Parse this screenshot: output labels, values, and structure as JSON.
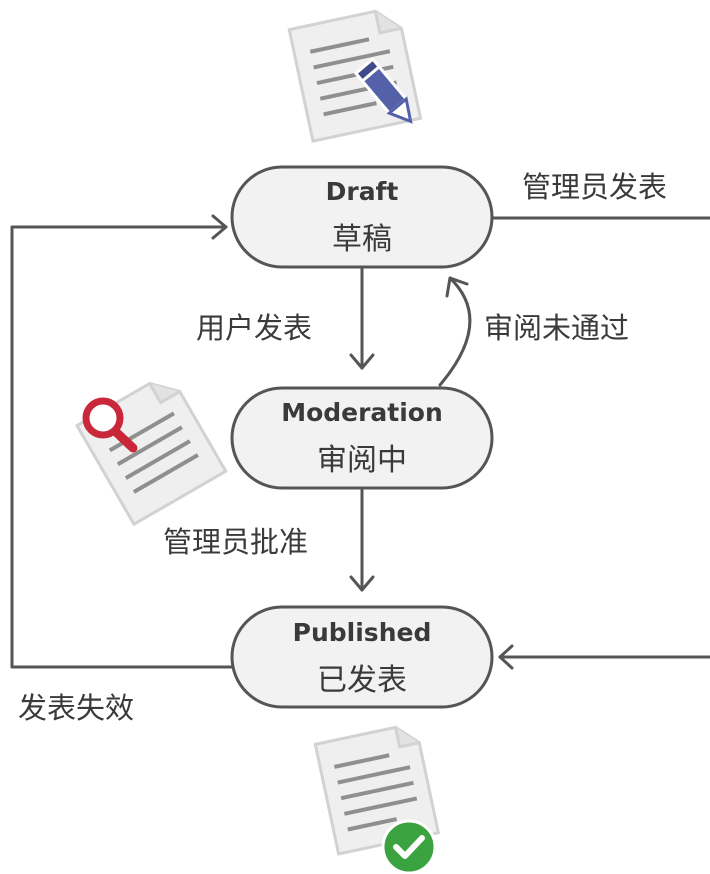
{
  "states": {
    "draft": {
      "en": "Draft",
      "zh": "草稿"
    },
    "moderation": {
      "en": "Moderation",
      "zh": "审阅中"
    },
    "published": {
      "en": "Published",
      "zh": "已发表"
    }
  },
  "transitions": {
    "user_publish": "用户发表",
    "review_failed": "审阅未通过",
    "admin_approve": "管理员批准",
    "admin_publish": "管理员发表",
    "publish_expired": "发表失效"
  },
  "icons": {
    "draft": "document-pencil-icon",
    "moderation": "document-magnifier-icon",
    "published": "document-check-icon"
  },
  "colors": {
    "stroke": "#555555",
    "state_fill": "#f2f2f2",
    "pencil": "#5461a8",
    "magnifier": "#c8283a",
    "check": "#3aa33f"
  }
}
